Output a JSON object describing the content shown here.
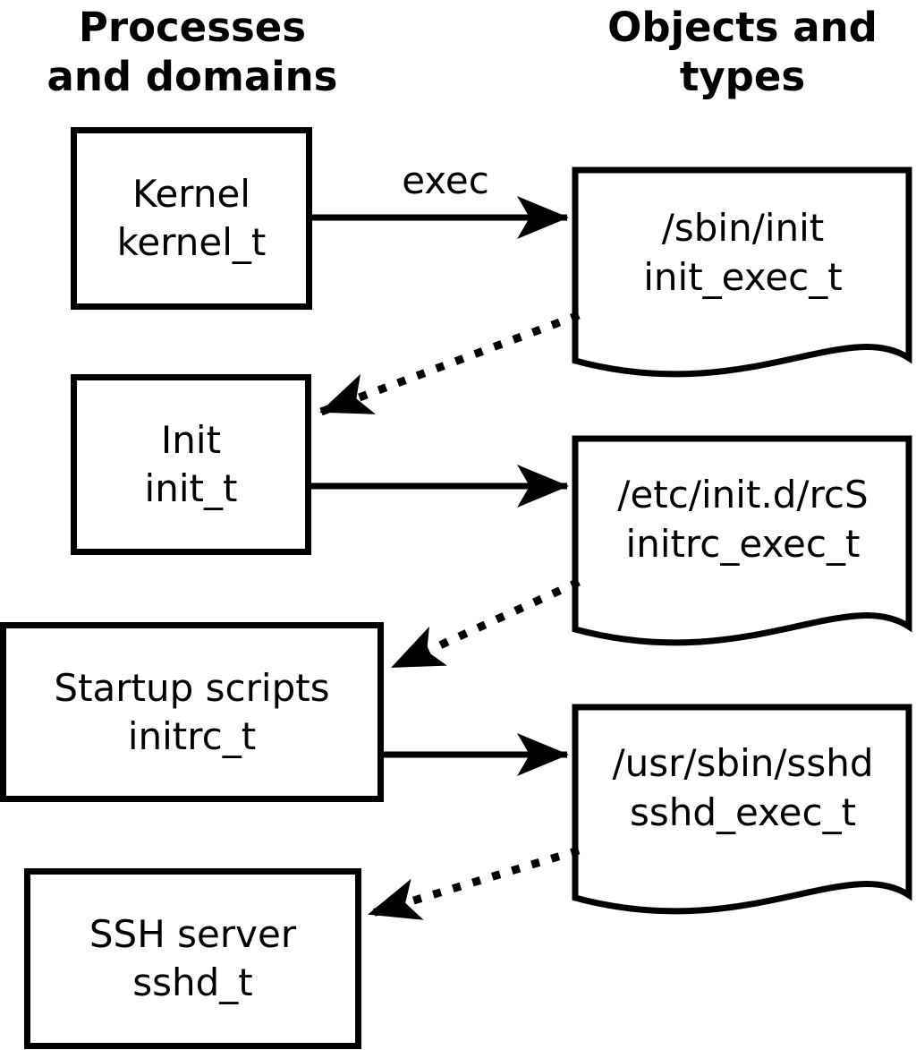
{
  "diagram": {
    "left_column_title_line1": "Processes",
    "left_column_title_line2": "and domains",
    "right_column_title_line1": "Objects and",
    "right_column_title_line2": "types",
    "exec_arrow_label": "exec",
    "processes": [
      {
        "name": "Kernel",
        "domain": "kernel_t"
      },
      {
        "name": "Init",
        "domain": "init_t"
      },
      {
        "name": "Startup scripts",
        "domain": "initrc_t"
      },
      {
        "name": "SSH server",
        "domain": "sshd_t"
      }
    ],
    "objects": [
      {
        "path": "/sbin/init",
        "type": "init_exec_t"
      },
      {
        "path": "/etc/init.d/rcS",
        "type": "initrc_exec_t"
      },
      {
        "path": "/usr/sbin/sshd",
        "type": "sshd_exec_t"
      }
    ],
    "colors": {
      "line": "#000000",
      "background": "#ffffff",
      "text": "#000000"
    }
  }
}
